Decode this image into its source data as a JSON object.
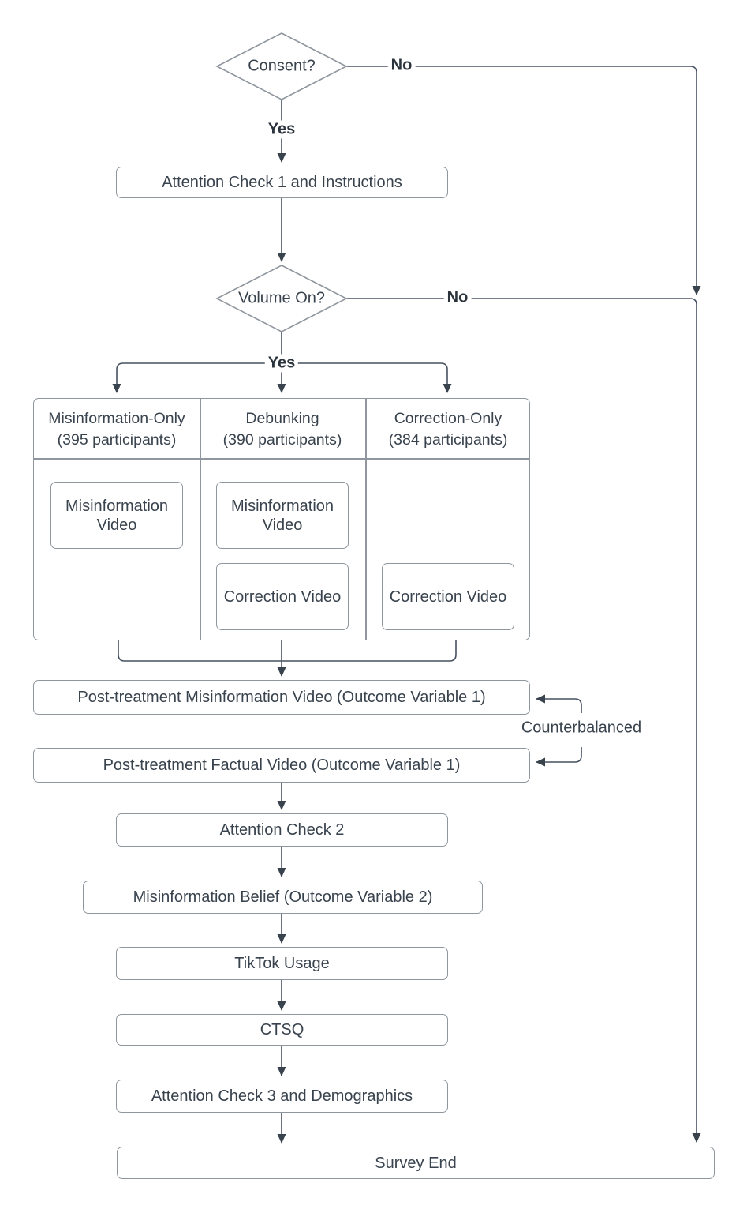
{
  "diagram": {
    "decision_consent": {
      "label": "Consent?",
      "no_label": "No",
      "yes_label": "Yes"
    },
    "decision_volume": {
      "label": "Volume On?",
      "no_label": "No",
      "yes_label": "Yes"
    },
    "attention_check_1": "Attention Check 1 and Instructions",
    "conditions": [
      {
        "title": "Misinformation-Only",
        "subtitle": "(395 participants)",
        "videos": [
          "Misinformation Video"
        ]
      },
      {
        "title": "Debunking",
        "subtitle": "(390 participants)",
        "videos": [
          "Misinformation Video",
          "Correction Video"
        ]
      },
      {
        "title": "Correction-Only",
        "subtitle": "(384 participants)",
        "videos": [
          "Correction Video"
        ]
      }
    ],
    "post_treatment_misinformation": "Post-treatment Misinformation Video (Outcome Variable 1)",
    "post_treatment_factual": "Post-treatment Factual Video (Outcome Variable 1)",
    "counterbalanced_note": "Counterbalanced",
    "attention_check_2": "Attention Check 2",
    "misinformation_belief": "Misinformation Belief (Outcome Variable 2)",
    "tiktok_usage": "TikTok Usage",
    "ctsq": "CTSQ",
    "attention_check_3": "Attention Check 3 and Demographics",
    "survey_end": "Survey End",
    "colors": {
      "edge": "#465160",
      "arrowhead": "#39434e",
      "node_border": "#8f969d",
      "text": "#39434e"
    }
  }
}
